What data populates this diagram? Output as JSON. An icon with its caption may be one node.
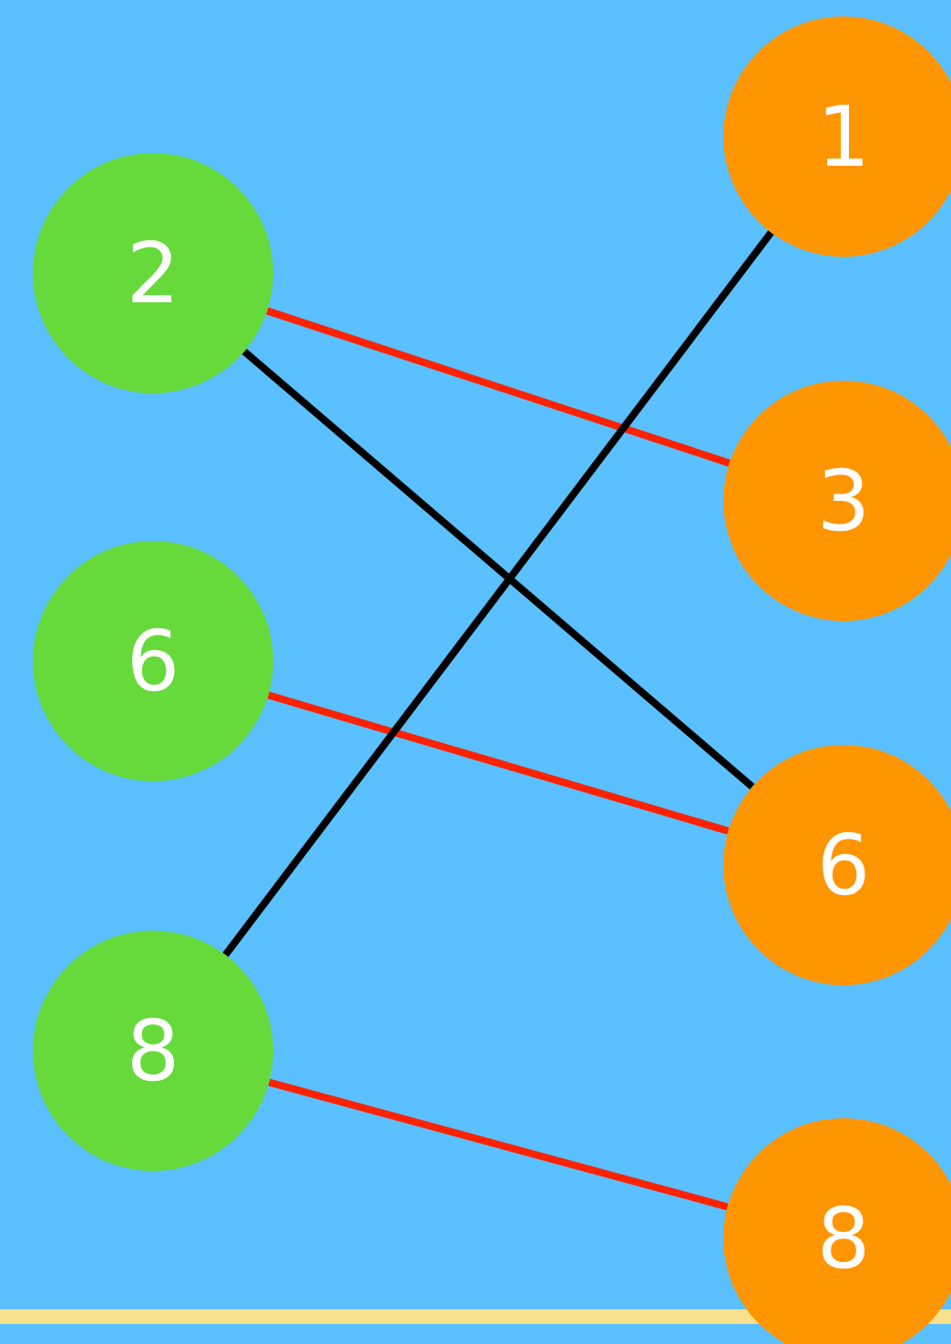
{
  "diagram": {
    "nodes": [
      {
        "text": [
          "2"
        ]
      },
      {
        "text": [
          "6"
        ]
      },
      {
        "text": [
          "8"
        ]
      },
      {
        "text": [
          "1"
        ]
      },
      {
        "text": [
          "3"
        ]
      },
      {
        "text": [
          "6"
        ]
      },
      {
        "text": [
          "8"
        ]
      }
    ],
    "edges": [
      {
        "from": 0,
        "to": 4,
        "arrow": "none",
        "color": "#ff2200"
      },
      {
        "from": 0,
        "to": 5,
        "arrow": "none",
        "color": "#000000"
      },
      {
        "from": 1,
        "to": 5,
        "arrow": "none",
        "color": "#ff2200"
      },
      {
        "from": 2,
        "to": 3,
        "arrow": "none",
        "color": "#000000"
      },
      {
        "from": 2,
        "to": 6,
        "arrow": "none",
        "color": "#ff2200"
      }
    ]
  }
}
